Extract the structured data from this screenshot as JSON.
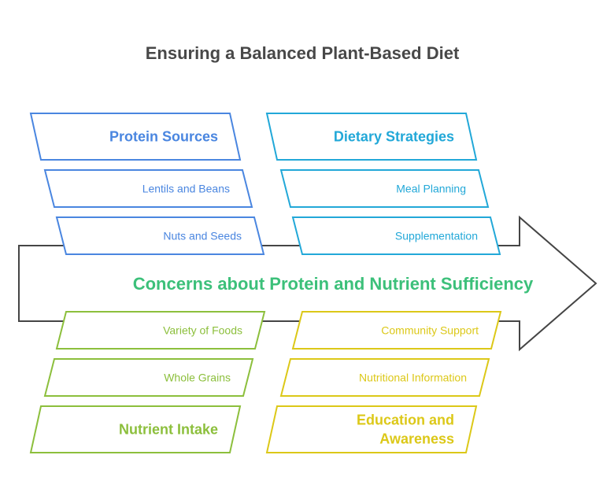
{
  "title": "Ensuring a Balanced Plant-Based Diet",
  "center_label": "Concerns about Protein and Nutrient Sufficiency",
  "colors": {
    "title": "#484848",
    "arrow_stroke": "#454545",
    "center_text": "#3CC07A",
    "protein_sources": "#4A86E0",
    "dietary_strategies": "#22A8D8",
    "nutrient_intake": "#8CBF3C",
    "education_awareness": "#DCC818"
  },
  "groups": [
    {
      "id": "protein-sources",
      "position": "top-left",
      "color_key": "protein_sources",
      "heading": [
        "Protein Sources"
      ],
      "items": [
        "Lentils and Beans",
        "Nuts and Seeds"
      ]
    },
    {
      "id": "dietary-strategies",
      "position": "top-right",
      "color_key": "dietary_strategies",
      "heading": [
        "Dietary Strategies"
      ],
      "items": [
        "Meal Planning",
        "Supplementation"
      ]
    },
    {
      "id": "nutrient-intake",
      "position": "bottom-left",
      "color_key": "nutrient_intake",
      "heading": [
        "Nutrient Intake"
      ],
      "items": [
        "Variety of Foods",
        "Whole Grains"
      ]
    },
    {
      "id": "education-awareness",
      "position": "bottom-right",
      "color_key": "education_awareness",
      "heading": [
        "Education and",
        "Awareness"
      ],
      "items": [
        "Community Support",
        "Nutritional Information"
      ]
    }
  ]
}
